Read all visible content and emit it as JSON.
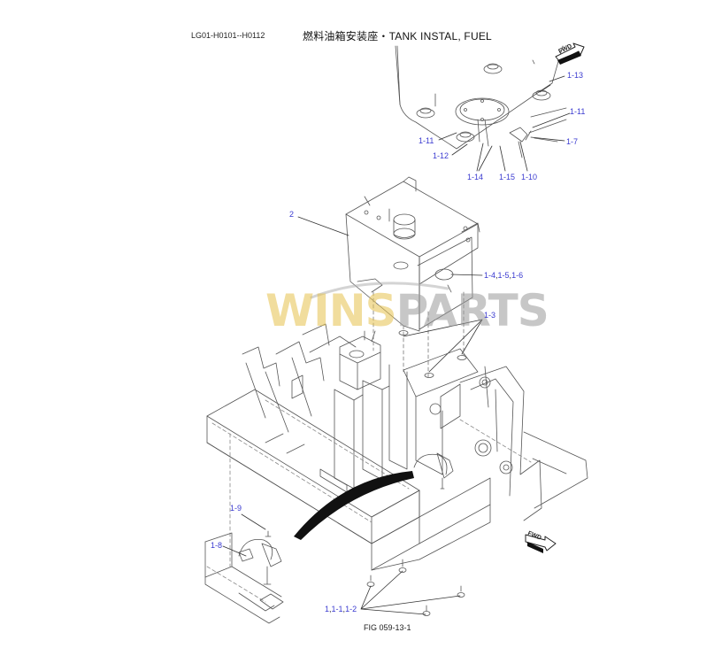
{
  "header": {
    "code": "LG01-H0101--H0112",
    "title": "燃料油箱安装座・TANK INSTAL, FUEL"
  },
  "footer": {
    "figure": "FIG 059-13-1"
  },
  "watermark": {
    "part1": "WINS",
    "part2": "PARTS"
  },
  "arrows": {
    "fwd": "FWD"
  },
  "callouts": {
    "c1_13": "1-13",
    "c1_11a": "1-11",
    "c1_11b": "1-11",
    "c1_7": "1-7",
    "c1_12": "1-12",
    "c1_14": "1-14",
    "c1_15": "1-15",
    "c1_10": "1-10",
    "c2": "2",
    "c1_4": "1-4",
    "c1_5": "1-5",
    "c1_6": "1-6",
    "c1_3": "1-3",
    "c1_9": "1-9",
    "c1_8": "1-8",
    "c1": "1",
    "c1_1": "1-1",
    "c1_2": "1-2"
  },
  "colors": {
    "callout": "#3a3ad0",
    "line": "#555555",
    "watermark_gold": "#e6c24e",
    "watermark_gray": "#9a9a9a"
  }
}
